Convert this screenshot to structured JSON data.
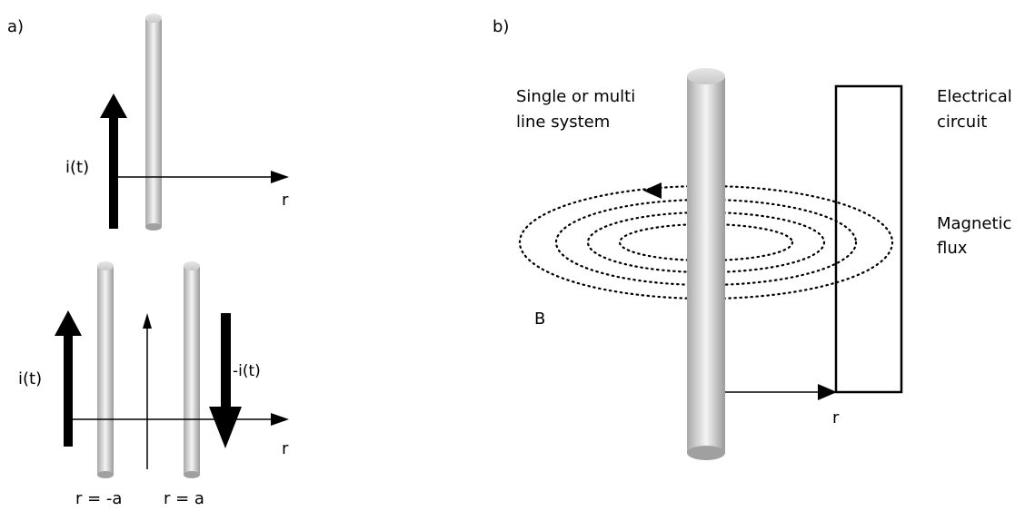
{
  "panel_a": {
    "label": "a)",
    "single_line": {
      "current_label": "i(t)",
      "axis_label": "r"
    },
    "two_lines": {
      "current_label_left": "i(t)",
      "current_label_right": "-i(t)",
      "axis_label": "r",
      "position_left": "r = -a",
      "position_right": "r = a"
    }
  },
  "panel_b": {
    "label": "b)",
    "system_label_line1": "Single or multi",
    "system_label_line2": "line system",
    "circuit_label_line1": "Electrical",
    "circuit_label_line2": "circuit",
    "flux_label_line1": "Magnetic",
    "flux_label_line2": "flux",
    "field_label": "B",
    "axis_label": "r"
  },
  "colors": {
    "conductor_dark": "#9a9a9a",
    "conductor_light": "#f4f4f4",
    "line": "#000000"
  }
}
